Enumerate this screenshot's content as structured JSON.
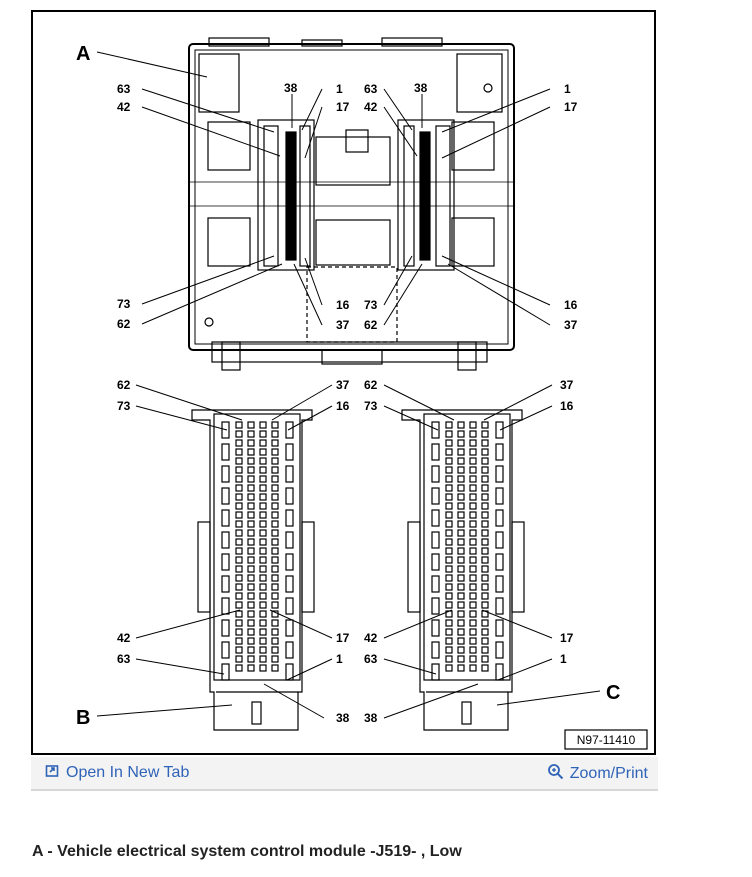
{
  "diagram": {
    "letters": {
      "a": "A",
      "b": "B",
      "c": "C"
    },
    "top_labels": {
      "left": {
        "n63": "63",
        "n42": "42",
        "n38": "38",
        "n1": "1",
        "n17": "17",
        "n73": "73",
        "n62": "62",
        "n16": "16",
        "n37": "37"
      },
      "right": {
        "n63": "63",
        "n42": "42",
        "n38": "38",
        "n1": "1",
        "n17": "17",
        "n73": "73",
        "n62": "62",
        "n16": "16",
        "n37": "37"
      }
    },
    "conn_b": {
      "n62": "62",
      "n73": "73",
      "n37": "37",
      "n16": "16",
      "n42": "42",
      "n63": "63",
      "n17": "17",
      "n1": "1",
      "n38": "38"
    },
    "conn_c": {
      "n62": "62",
      "n73": "73",
      "n37": "37",
      "n16": "16",
      "n42": "42",
      "n63": "63",
      "n17": "17",
      "n1": "1",
      "n38": "38"
    },
    "figure_id": "N97-11410"
  },
  "toolbar": {
    "open_tab": "Open In New Tab",
    "zoom_print": "Zoom/Print",
    "open_tab_icon": "open-external-icon",
    "zoom_icon": "magnifier-icon",
    "link_color": "#2f63b8"
  },
  "caption": "A - Vehicle electrical system control module -J519- , Low"
}
